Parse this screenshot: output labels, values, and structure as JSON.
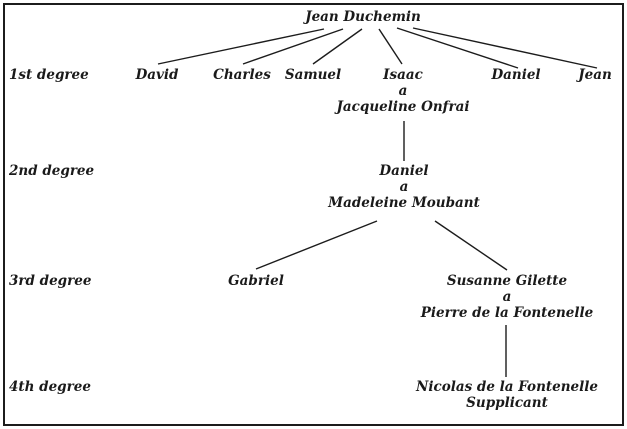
{
  "colors": {
    "background": "#ffffff",
    "border": "#1c1c1c",
    "text": "#1a1a1a",
    "lines": "#1c1c1c"
  },
  "tree": {
    "root": "Jean Duchemin",
    "degree_labels": [
      "1st degree",
      "2nd degree",
      "3rd degree",
      "4th degree"
    ],
    "degree1": {
      "children": [
        "David",
        "Charles",
        "Samuel",
        "Isaac",
        "Daniel",
        "Jean"
      ],
      "isaac_marriage": {
        "connector": "a",
        "spouse": "Jacqueline Onfrai"
      }
    },
    "degree2": {
      "child": "Daniel",
      "marriage": {
        "connector": "a",
        "spouse": "Madeleine Moubant"
      }
    },
    "degree3": {
      "children": [
        "Gabriel",
        "Susanne Gilette"
      ],
      "susanne_marriage": {
        "connector": "a",
        "spouse": "Pierre de la Fontenelle"
      }
    },
    "degree4": {
      "child": "Nicolas de la Fontenelle",
      "note": "Supplicant"
    }
  }
}
